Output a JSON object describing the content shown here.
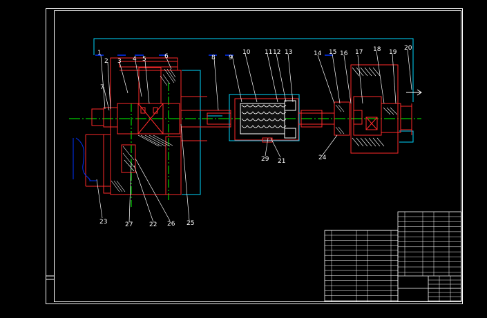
{
  "drawing": {
    "part_labels": [
      "1",
      "2",
      "3",
      "4",
      "5",
      "6",
      "7",
      "8",
      "9",
      "10",
      "11",
      "12",
      "13",
      "14",
      "15",
      "16",
      "17",
      "18",
      "19",
      "20",
      "21",
      "22",
      "23",
      "24",
      "25",
      "26",
      "27",
      "29"
    ]
  },
  "colors": {
    "background": "#000000",
    "border": "#ffffff",
    "part_outline": "#ff2a2a",
    "centerline": "#00ff00",
    "aux_line": "#00e0ff",
    "hatch": "#ffffff",
    "leader": "#ffffff",
    "dimension": "#0033ff"
  }
}
